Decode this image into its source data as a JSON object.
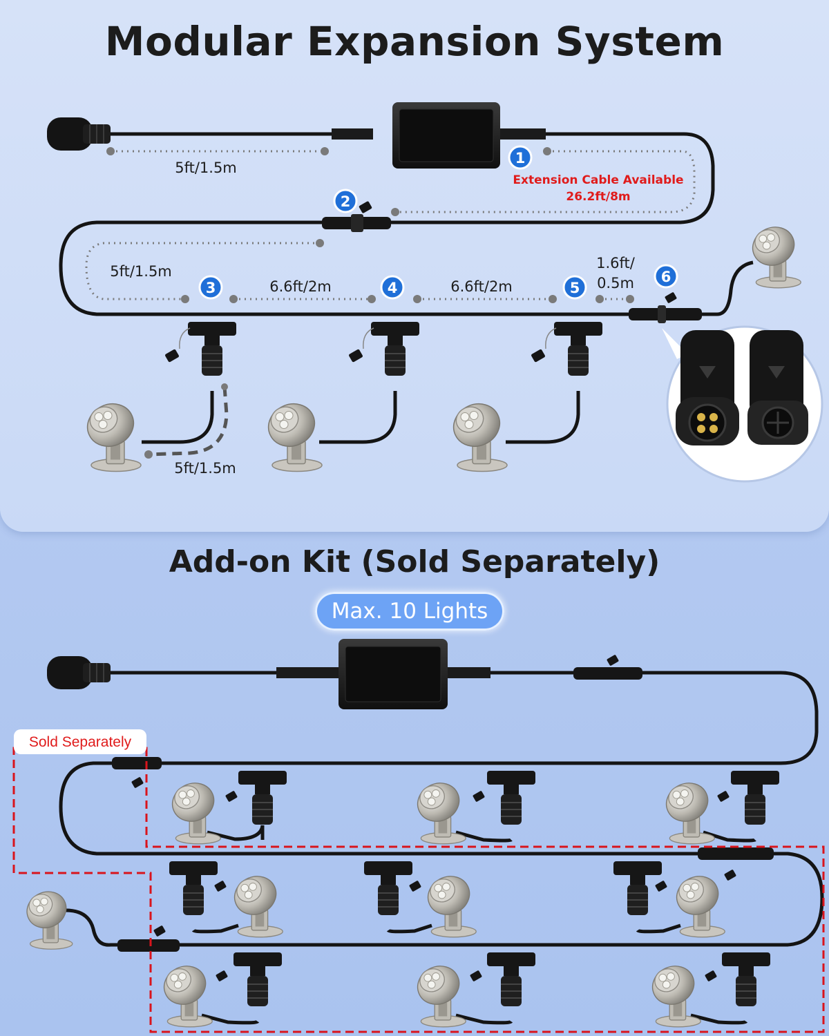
{
  "title": "Modular Expansion System",
  "segments": {
    "plug_to_adapter": "5ft/1.5m",
    "loop_cable": "5ft/1.5m",
    "t3_to_t4": "6.6ft/2m",
    "t4_to_t5": "6.6ft/2m",
    "t5_to_end_line1": "1.6ft/",
    "t5_to_end_line2": "0.5m",
    "light_cable": "5ft/1.5m"
  },
  "extension": {
    "line1": "Extension Cable Available",
    "line2": "26.2ft/8m"
  },
  "markers": [
    "1",
    "2",
    "3",
    "4",
    "5",
    "6"
  ],
  "addon_title": "Add-on Kit (Sold Separately)",
  "max_badge": "Max. 10 Lights",
  "sold_separately_tag": "Sold Separately",
  "colors": {
    "marker_blue": "#1f6fd8",
    "extension_red": "#e01b1b",
    "cable_black": "#141414",
    "pill_blue": "#6da3f5"
  }
}
